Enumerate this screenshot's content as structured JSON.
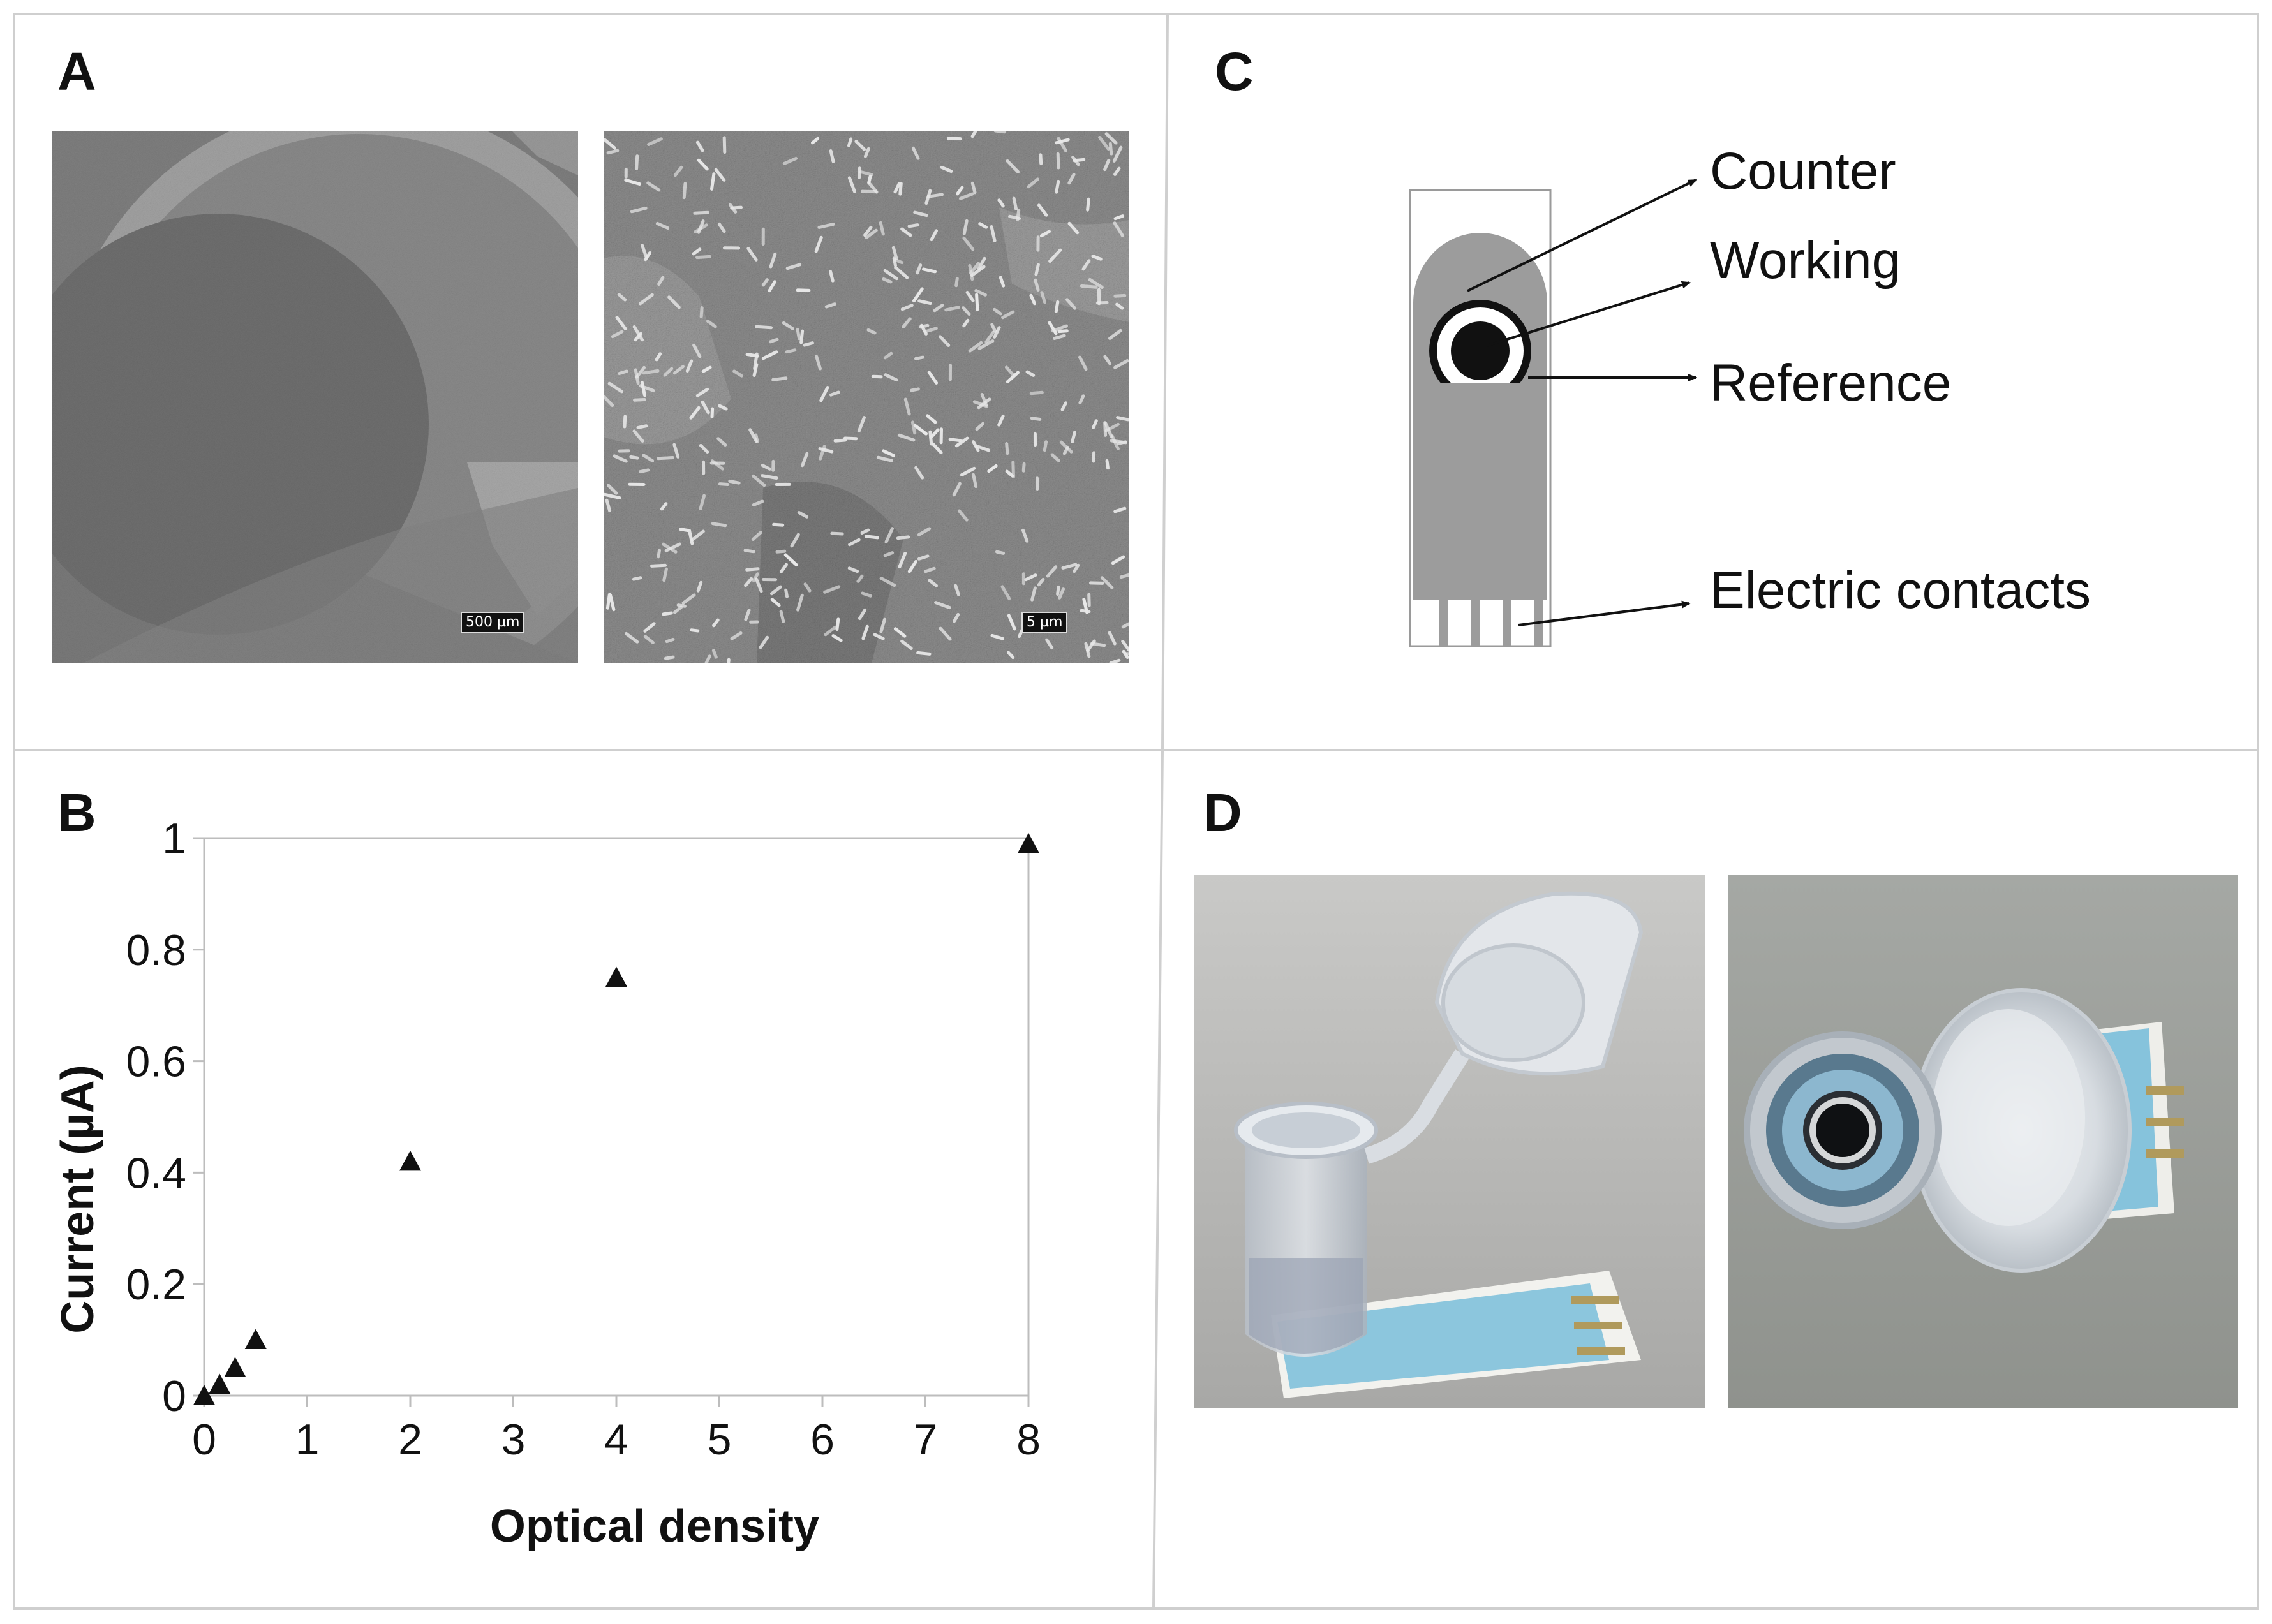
{
  "panels": {
    "a": {
      "letter": "A",
      "sem_left": {
        "scale_label": "500 µm"
      },
      "sem_right": {
        "scale_label": "5 µm"
      }
    },
    "b": {
      "letter": "B"
    },
    "c": {
      "letter": "C",
      "labels": {
        "counter": "Counter",
        "working": "Working",
        "reference": "Reference",
        "contacts": "Electric contacts"
      }
    },
    "d": {
      "letter": "D"
    }
  },
  "colors": {
    "sem_gray": "#8a8a8a",
    "electrode_gray": "#9c9c9c",
    "sensor_blue": "#8ccbe3"
  },
  "chart_data": {
    "type": "scatter",
    "marker": "triangle",
    "xlabel": "Optical density",
    "ylabel": "Current (µA)",
    "x_tick_values": [
      0,
      1,
      2,
      3,
      4,
      5,
      6,
      7,
      8
    ],
    "x_tick_labels": [
      "0",
      "1",
      "2",
      "3",
      "4",
      "5",
      "6",
      "7",
      "8"
    ],
    "y_tick_values": [
      0,
      0.2,
      0.4,
      0.6,
      0.8,
      1
    ],
    "y_tick_labels": [
      "0",
      "0.2",
      "0.4",
      "0.6",
      "0.8",
      "1"
    ],
    "xlim": [
      0,
      8
    ],
    "ylim": [
      0,
      1
    ],
    "grid": false,
    "series": [
      {
        "points": [
          {
            "x": 0,
            "y": 0
          },
          {
            "x": 0.15,
            "y": 0.02
          },
          {
            "x": 0.3,
            "y": 0.05
          },
          {
            "x": 0.5,
            "y": 0.1
          },
          {
            "x": 2,
            "y": 0.42
          },
          {
            "x": 4,
            "y": 0.75
          },
          {
            "x": 8,
            "y": 0.99
          }
        ]
      }
    ]
  }
}
